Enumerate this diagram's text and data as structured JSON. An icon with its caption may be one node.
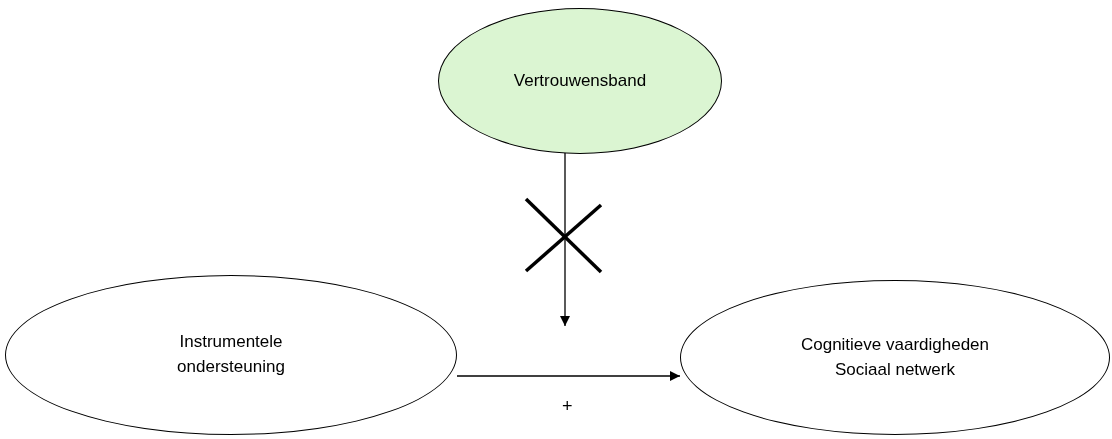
{
  "diagram": {
    "nodes": [
      {
        "text": [
          "Vertrouwensband"
        ]
      },
      {
        "text": [
          "Instrumentele ondersteuning"
        ]
      },
      {
        "text": [
          "Cognitieve vaardigheden Sociaal netwerk"
        ]
      }
    ],
    "edges": [
      {
        "from": 1,
        "to": 2,
        "arrow": "to",
        "label": "+"
      },
      {
        "from": 0,
        "to": null,
        "arrow": "to"
      }
    ]
  }
}
